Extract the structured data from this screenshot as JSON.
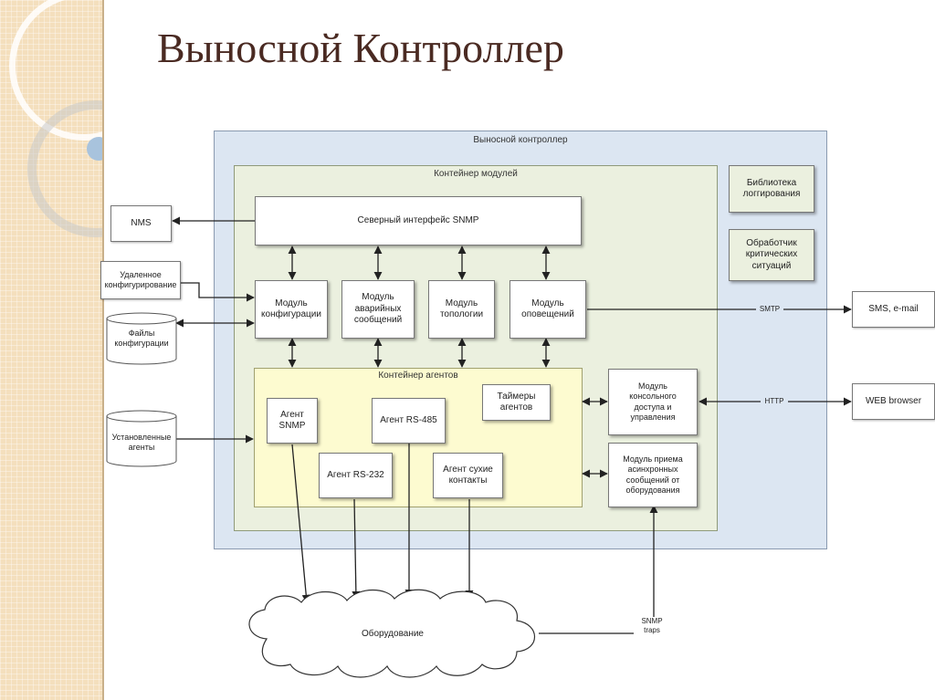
{
  "slide": {
    "title": "Выносной Контроллер"
  },
  "diagram": {
    "zones": {
      "controller": "Выносной контроллер",
      "modules": "Контейнер модулей",
      "agents": "Контейнер агентов"
    },
    "boxes": {
      "north_snmp": "Северный интерфейс SNMP",
      "mod_config": "Модуль\nконфигурации",
      "mod_alarm": "Модуль\nаварийных\nсообщений",
      "mod_topology": "Модуль\nтопологии",
      "mod_notify": "Модуль\nоповещений",
      "log_library": "Библиотека\nлоггирования",
      "critical_handler": "Обработчик\nкритических\nситуаций",
      "console_module": "Модуль\nконсольного\nдоступа и\nуправления",
      "async_module": "Модуль приема\nасинхронных\nсообщений от\nоборудования",
      "agent_snmp": "Агент\nSNMP",
      "agent_rs485": "Агент RS-485",
      "agent_rs232": "Агент RS-232",
      "agent_dry": "Агент сухие\nконтакты",
      "agent_timers": "Таймеры\nагентов",
      "nms": "NMS",
      "sms_email": "SMS, e-mail",
      "web_browser": "WEB browser",
      "remote_config": "Удаленное\nконфигурирование",
      "config_files": "Файлы\nконфигурации",
      "installed_agents": "Установленные\nагенты",
      "equipment": "Оборудование"
    },
    "connection_labels": {
      "smtp": "SMTP",
      "http": "HTTP",
      "snmp_traps": "SNMP\ntraps"
    }
  }
}
